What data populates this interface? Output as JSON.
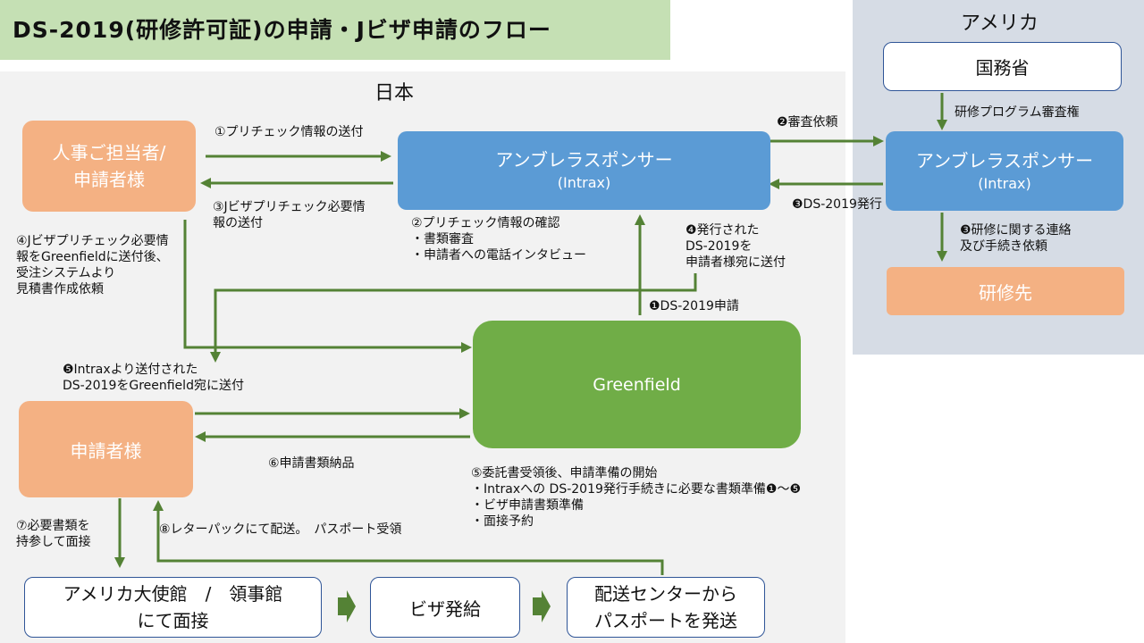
{
  "title": "DS-2019(研修許可証)の申請・Jビザ申請のフロー",
  "regions": {
    "japan": "日本",
    "america": "アメリカ"
  },
  "boxes": {
    "hr": "人事ご担当者/\n申請者様",
    "umbrella_jp_line1": "アンブレラスポンサー",
    "umbrella_jp_line2": "(Intrax)",
    "umbrella_us_line1": "アンブレラスポンサー",
    "umbrella_us_line2": "(Intrax)",
    "state_dept": "国務省",
    "training_site": "研修先",
    "greenfield": "Greenfield",
    "applicant": "申請者様",
    "embassy": "アメリカ大使館　/　領事館\nにて面接",
    "visa_issue": "ビザ発給",
    "delivery": "配送センターから\nパスポートを発送"
  },
  "labels": {
    "step1": "①プリチェック情報の送付",
    "step3": "③Jビザプリチェック必要情\n報の送付",
    "step2": "②プリチェック情報の確認\n・書類審査\n・申請者への電話インタビュー",
    "step4": "④Jビザプリチェック必要情\n報をGreenfieldに送付後、\n受注システムより\n見積書作成依頼",
    "review_request": "❷審査依頼",
    "ds_issued": "❸DS-2019発行",
    "program_review": "研修プログラム審査権",
    "contact_training": "❸研修に関する連絡\n及び手続き依頼",
    "issued_send": "❹発行された\nDS-2019を\n申請者様宛に送付",
    "ds_apply": "❶DS-2019申請",
    "forward_ds": "❺Intraxより送付された\nDS-2019をGreenfield宛に送付",
    "step6": "⑥申請書類納品",
    "step5": "⑤委託書受領後、申請準備の開始\n・Intraxへの DS-2019発行手続きに必要な書類準備❶～❺\n・ビザ申請書類準備\n・面接予約",
    "step7": "⑦必要書類を\n持参して面接",
    "step8": "⑧レターパックにて配送。　パスポート受領"
  },
  "colors": {
    "arrow": "#548235",
    "orange": "#f4b183",
    "blue": "#5b9bd5",
    "green": "#70ad47"
  }
}
